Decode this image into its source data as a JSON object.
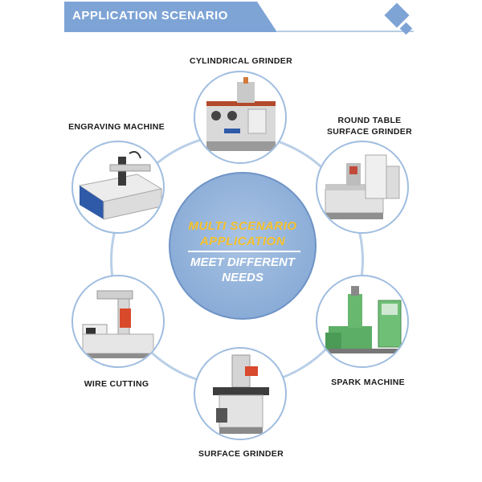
{
  "header": {
    "title": "APPLICATION SCENARIO"
  },
  "center": {
    "title_line1": "MULTI SCENARIO",
    "title_line2": "APPLICATION",
    "subtitle_line1": "MEET DIFFERENT",
    "subtitle_line2": "NEEDS"
  },
  "scenarios": [
    {
      "label": "CYLINDRICAL GRINDER",
      "icon": "cylindrical-grinder-icon"
    },
    {
      "label_line1": "ROUND TABLE",
      "label_line2": "SURFACE GRINDER",
      "icon": "round-table-grinder-icon"
    },
    {
      "label": "SPARK MACHINE",
      "icon": "spark-machine-icon"
    },
    {
      "label": "SURFACE GRINDER",
      "icon": "surface-grinder-icon"
    },
    {
      "label": "WIRE CUTTING",
      "icon": "wire-cutting-icon"
    },
    {
      "label": "ENGRAVING MACHINE",
      "icon": "engraving-machine-icon"
    }
  ],
  "colors": {
    "banner": "#7ea4d6",
    "ring": "#b9cfe7",
    "center": "#8fb0d9",
    "accent_text": "#f6c12b"
  }
}
